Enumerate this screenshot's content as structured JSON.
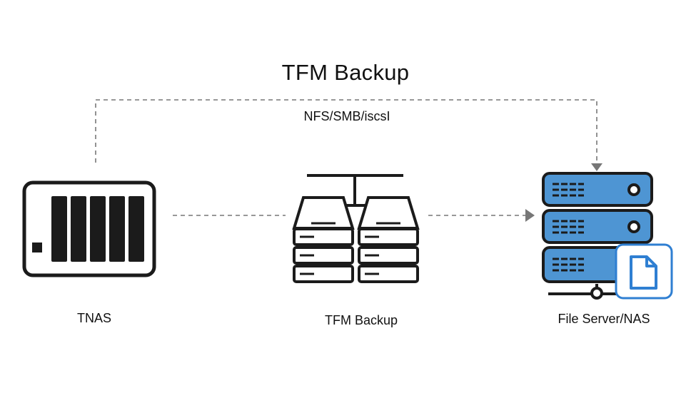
{
  "diagram": {
    "title": "TFM Backup",
    "connection_label": "NFS/SMB/iscsI",
    "nodes": [
      {
        "id": "tnas",
        "label": "TNAS",
        "icon": "nas-device-icon"
      },
      {
        "id": "tfm",
        "label": "TFM Backup",
        "icon": "backup-servers-icon"
      },
      {
        "id": "fileserver",
        "label": "File Server/NAS",
        "icon": "file-server-icon"
      }
    ],
    "edges": [
      {
        "from": "tnas",
        "to": "tfm",
        "style": "dashed"
      },
      {
        "from": "tfm",
        "to": "fileserver",
        "style": "dashed-arrow"
      },
      {
        "from": "tnas",
        "to": "fileserver",
        "style": "dashed-arrow",
        "label": "NFS/SMB/iscsI"
      }
    ]
  },
  "colors": {
    "line": "#777777",
    "dark": "#1b1b1b",
    "server_blue": "#4e95d3",
    "doc_badge_blue": "#2f7fd2",
    "background": "#ffffff"
  }
}
